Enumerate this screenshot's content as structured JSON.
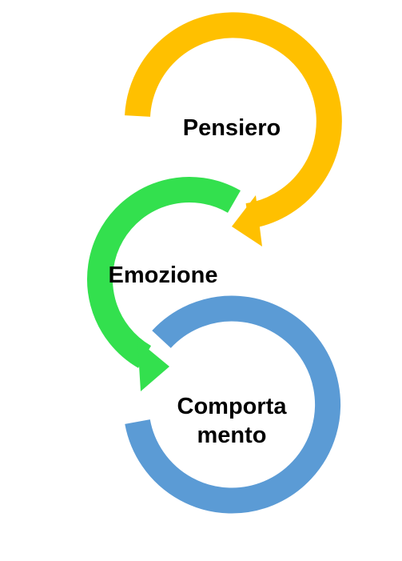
{
  "diagram": {
    "nodes": [
      {
        "id": "pensiero",
        "label": "Pensiero",
        "color": "#FFC000"
      },
      {
        "id": "emozione",
        "label": "Emozione",
        "color": "#33E04E"
      },
      {
        "id": "comportamento",
        "label_lines": [
          "Comporta",
          "mento"
        ],
        "color": "#5B9BD5"
      }
    ],
    "edges": [
      {
        "from": "pensiero",
        "to": "emozione"
      },
      {
        "from": "emozione",
        "to": "comportamento"
      }
    ]
  }
}
